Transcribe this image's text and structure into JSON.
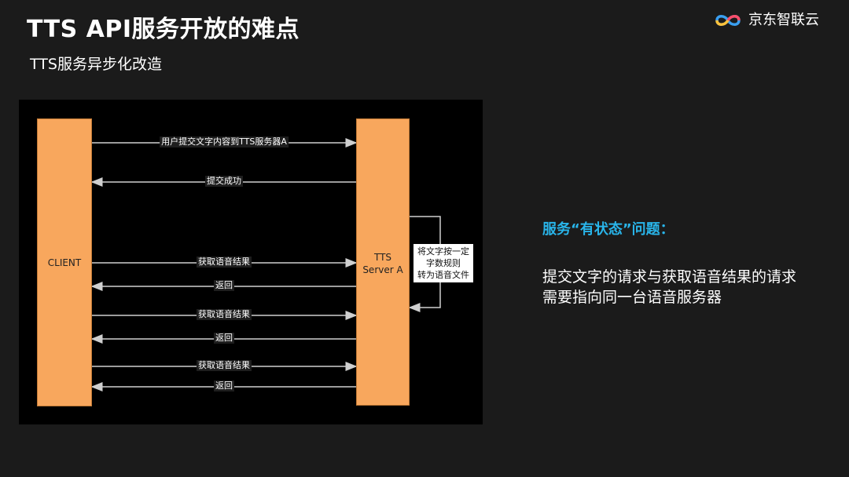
{
  "slide": {
    "title": "TTS API服务开放的难点",
    "subtitle": "TTS服务异步化改造"
  },
  "brand": {
    "logo_icon": "cloud-infinity-icon",
    "name": "京东智联云",
    "colors": {
      "ring_blue": "#3a9ff0",
      "ring_red": "#ff4d6a",
      "ring_yellow": "#ffc23a"
    }
  },
  "diagram": {
    "client_label": "CLIENT",
    "server_label": "TTS\nServer A",
    "lane_color": "#f8a75d",
    "self_note": "将文字按一定\n字数规则\n转为语音文件",
    "messages": [
      {
        "label": "用户提交文字内容到TTS服务器A",
        "dir": "right"
      },
      {
        "label": "提交成功",
        "dir": "left"
      },
      {
        "label": "获取语音结果",
        "dir": "right"
      },
      {
        "label": "返回",
        "dir": "left"
      },
      {
        "label": "获取语音结果",
        "dir": "right"
      },
      {
        "label": "返回",
        "dir": "left"
      },
      {
        "label": "获取语音结果",
        "dir": "right"
      },
      {
        "label": "返回",
        "dir": "left"
      }
    ]
  },
  "side": {
    "heading": "服务“有状态”问题：",
    "heading_color": "#29b5ea",
    "body": "提交文字的请求与获取语音结果的请求需要指向同一台语音服务器"
  }
}
